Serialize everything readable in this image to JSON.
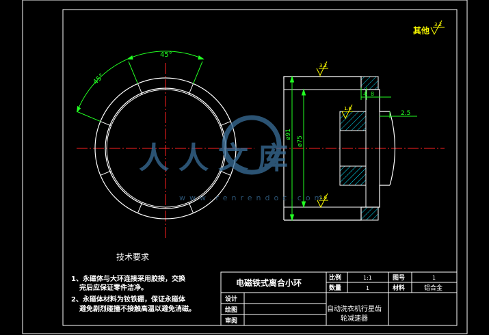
{
  "colors": {
    "background": "#000000",
    "border": "#ffffff",
    "dimension": "#22ff22",
    "centerline": "#ff2020",
    "roughness": "#ffff00",
    "hatch": "#00e5ff",
    "watermark": "#3a6f9a"
  },
  "roughness_other": {
    "label": "其他",
    "value": "3.2"
  },
  "left_view": {
    "angle_top": "45°",
    "angle_left": "45°"
  },
  "right_view": {
    "rough_top": "3.2",
    "rough_mid": "1.6",
    "rough_bottom": "1.6",
    "dia_outer": "ø91",
    "dia_inner": "ø75",
    "dim_4": "4",
    "dim_8": "8",
    "dim_25": "2.5"
  },
  "tech_req": {
    "title": "技术要求",
    "lines": [
      "1、永磁体与大环连接采用胶接，交换",
      "完后应保证零件洁净。",
      "2、永磁体材料为钕铁硼，保证永磁体",
      "避免剧烈碰撞不接触高温以避免消磁。"
    ]
  },
  "title_block": {
    "part_name": "电磁铁式离合小环",
    "scale_label": "比例",
    "scale_value": "1:1",
    "drawing_no_label": "图号",
    "drawing_no_value": "1",
    "qty_label": "数量",
    "qty_value": "1",
    "material_label": "材料",
    "material_value": "铝合金",
    "design_label": "设计",
    "draw_label": "绘图",
    "review_label": "审阅",
    "project_line1": "自动洗衣机行星齿",
    "project_line2": "轮减速器"
  },
  "watermark": {
    "brand": "人人文库",
    "url": "www.renrendoc.com"
  }
}
